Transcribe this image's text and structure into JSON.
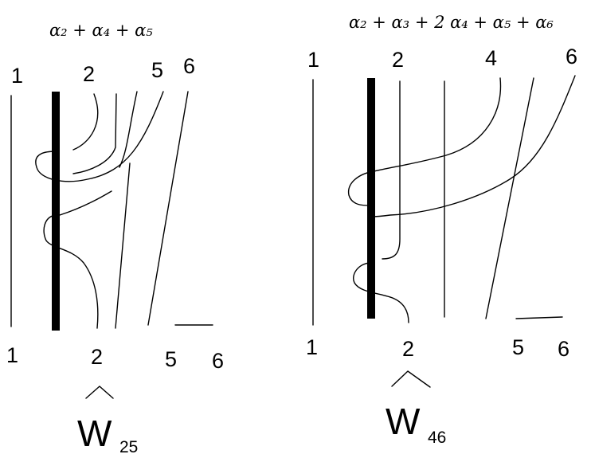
{
  "left": {
    "formula": "α₂ + α₄ + α₅",
    "top_labels": [
      "1",
      "2",
      "5",
      "6"
    ],
    "bottom_labels": [
      "1",
      "2",
      "5",
      "6"
    ],
    "caption_main": "W",
    "caption_sub": "25"
  },
  "right": {
    "formula": "α₂ + α₃ + 2 α₄ +  α₅ + α₆",
    "top_labels": [
      "1",
      "2",
      "4",
      "6"
    ],
    "bottom_labels": [
      "1",
      "2",
      "5",
      "6"
    ],
    "caption_main": "W",
    "caption_sub": "46"
  }
}
